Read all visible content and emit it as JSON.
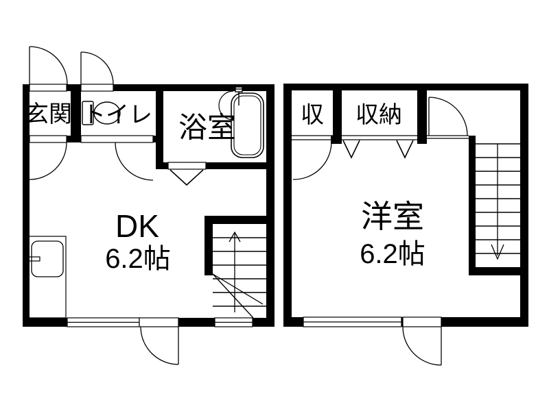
{
  "title": "apartment-floor-plan",
  "colors": {
    "background": "#ffffff",
    "line": "#000000"
  },
  "floor1": {
    "entrance_label": "玄関",
    "toilet_label": "トイレ",
    "bathroom_label": "浴室",
    "room_label": "DK",
    "room_size_label": "6.2帖"
  },
  "floor2": {
    "closet_small_label": "収",
    "closet_label": "収納",
    "room_label": "洋室",
    "room_size_label": "6.2帖"
  }
}
